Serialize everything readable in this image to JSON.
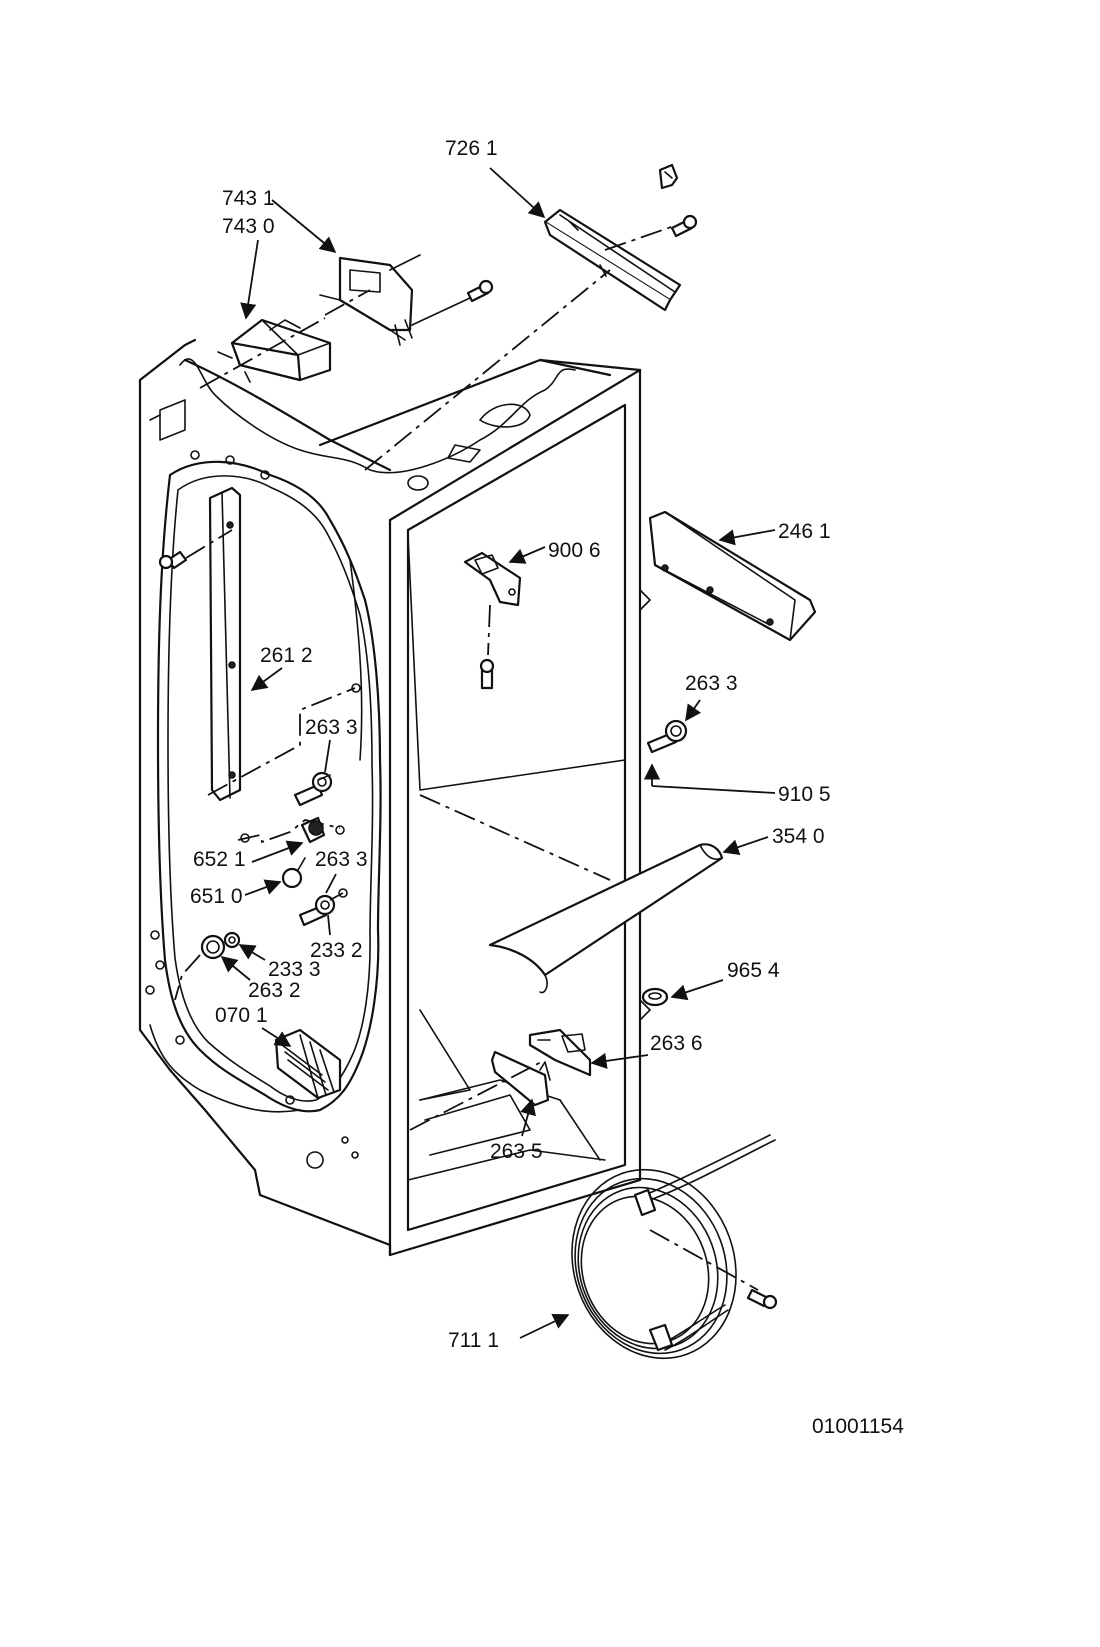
{
  "callouts": [
    {
      "id": "c7261",
      "text": "726 1"
    },
    {
      "id": "c7431",
      "text": "743 1"
    },
    {
      "id": "c7430",
      "text": "743 0"
    },
    {
      "id": "c2461",
      "text": "246 1"
    },
    {
      "id": "c9006",
      "text": "900 6"
    },
    {
      "id": "c2612",
      "text": "261 2"
    },
    {
      "id": "c2633a",
      "text": "263 3"
    },
    {
      "id": "c2633b",
      "text": "263 3"
    },
    {
      "id": "c2633c",
      "text": "263 3"
    },
    {
      "id": "c9105",
      "text": "910 5"
    },
    {
      "id": "c3540",
      "text": "354 0"
    },
    {
      "id": "c6521",
      "text": "652 1"
    },
    {
      "id": "c6510",
      "text": "651 0"
    },
    {
      "id": "c2332",
      "text": "233 2"
    },
    {
      "id": "c2333",
      "text": "233 3"
    },
    {
      "id": "c2632",
      "text": "263 2"
    },
    {
      "id": "c9654",
      "text": "965 4"
    },
    {
      "id": "c0701",
      "text": "070 1"
    },
    {
      "id": "c2636",
      "text": "263 6"
    },
    {
      "id": "c2635",
      "text": "263 5"
    },
    {
      "id": "c7111",
      "text": "711 1"
    }
  ],
  "document_id": "01001154"
}
